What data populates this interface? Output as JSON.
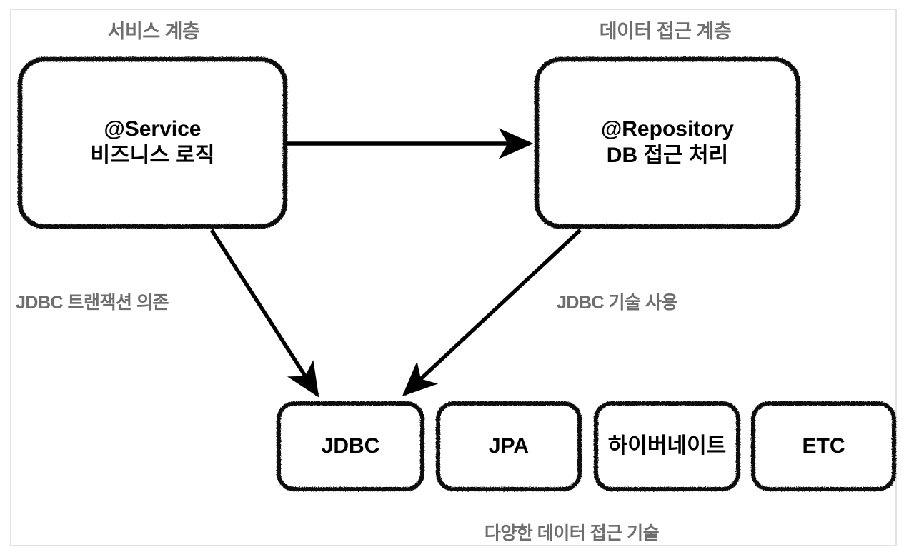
{
  "diagram": {
    "title_left": "서비스 계층",
    "title_right": "데이터 접근 계층",
    "caption": "다양한 데이터 접근 기술",
    "frame_border_color": "#e2e2e2",
    "label_color": "#6e6e6e",
    "node_stroke_color": "#000000",
    "background_color": "#ffffff"
  },
  "nodes": {
    "service": {
      "line1": "@Service",
      "line2": "비즈니스 로직"
    },
    "repository": {
      "line1": "@Repository",
      "line2": "DB 접근 처리"
    },
    "tech": [
      {
        "label": "JDBC"
      },
      {
        "label": "JPA"
      },
      {
        "label": "하이버네이트"
      },
      {
        "label": "ETC"
      }
    ]
  },
  "edges": [
    {
      "id": "service-to-repository",
      "label": ""
    },
    {
      "id": "service-to-jdbc",
      "label": "JDBC 트랜잭션 의존"
    },
    {
      "id": "repository-to-jdbc",
      "label": "JDBC 기술 사용"
    }
  ],
  "edge_labels": {
    "left": "JDBC 트랜잭션 의존",
    "right": "JDBC 기술 사용"
  }
}
